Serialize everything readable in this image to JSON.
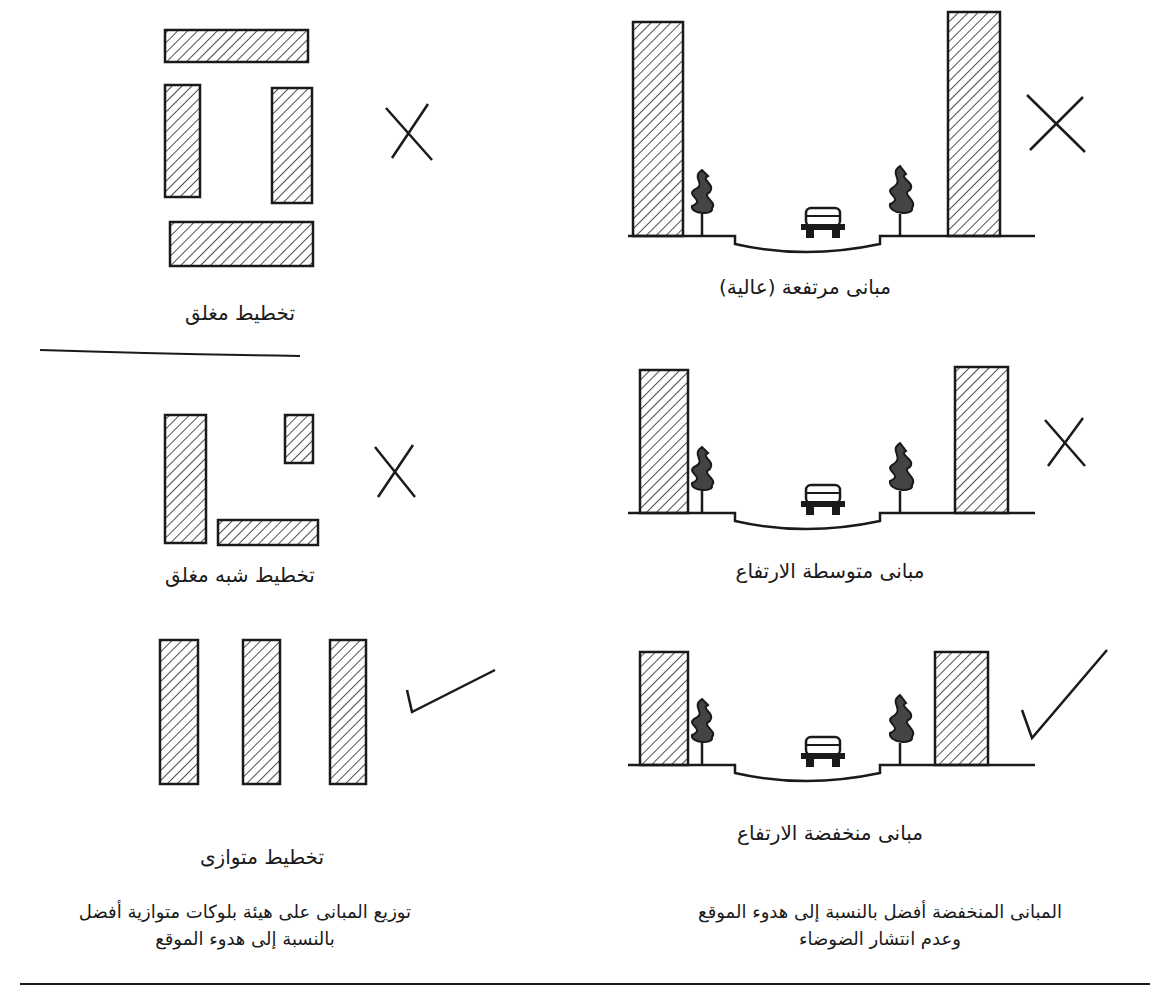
{
  "diagram": {
    "labels": [
      "مبانى مرتفعة (عالية)",
      "تخطيط مغلق",
      "مبانى متوسطة الارتفاع",
      "تخطيط شبه مغلق",
      "مبانى منخفضة الارتفاع",
      "تخطيط متوازى",
      "المبانى المنخفضة أفضل بالنسبة إلى هدوء الموقع وعدم انتشار الضوضاء",
      "توزيع المبانى على هيئة بلوكات متوازية أفضل بالنسبة إلى هدوء الموقع"
    ]
  }
}
